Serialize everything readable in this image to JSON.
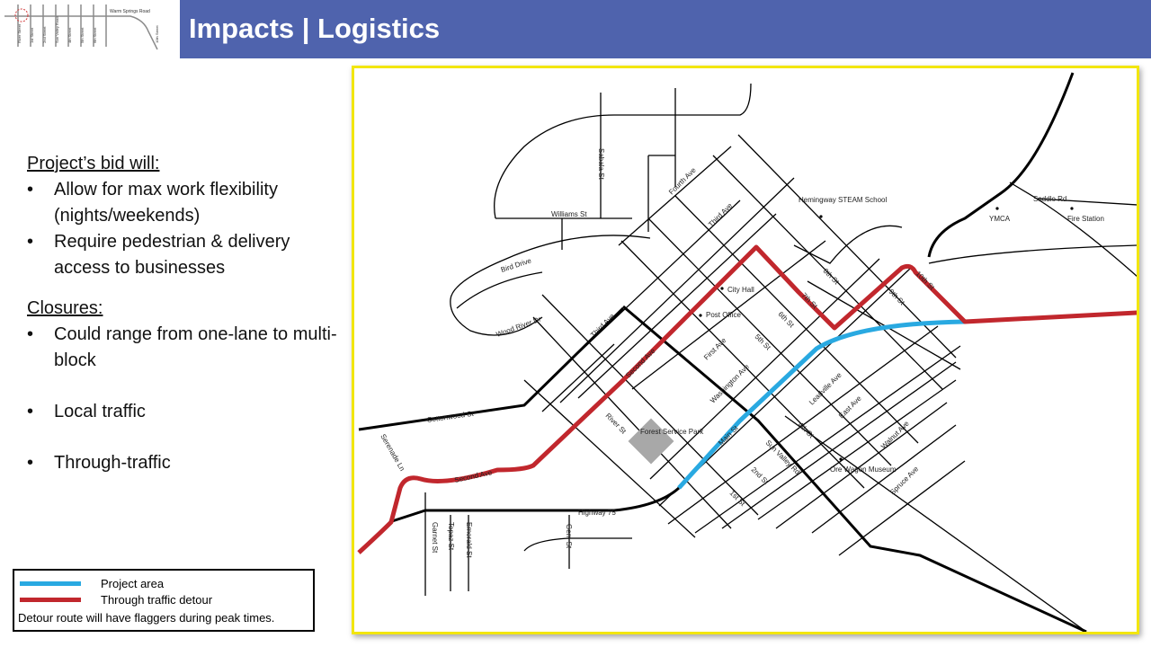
{
  "header": {
    "title": "Impacts | Logistics"
  },
  "thumbnail": {
    "road_label": "Warm Springs Road",
    "street_labels": [
      "River Street",
      "1st Street",
      "2nd Street",
      "Sun Valley Road",
      "4th Street",
      "5th Street",
      "6th Street",
      "10th Street"
    ]
  },
  "notes": {
    "bid_title": "Project’s bid will:",
    "bid_items": [
      "Allow for max work flexibility (nights/weekends)",
      "Require pedestrian & delivery access to businesses"
    ],
    "closures_title": "Closures:",
    "closure_items": [
      "Could range from one-lane to multi-block",
      "Local traffic",
      "Through-traffic"
    ]
  },
  "legend": {
    "items": [
      {
        "label": "Project area",
        "color": "#29a9e1"
      },
      {
        "label": "Through traffic detour",
        "color": "#c1272d"
      }
    ],
    "note": "Detour route will have flaggers during peak times."
  },
  "map": {
    "streets": [
      "Sabala St",
      "Williams St",
      "Bird Drive",
      "Wood River Dr",
      "Fourth Ave",
      "Third Ave",
      "Second Ave",
      "First Ave",
      "Washington Ave",
      "Main St",
      "River St",
      "Cottonwood St",
      "Serenade Ln",
      "Second Ave",
      "Highway 75",
      "Garnet St",
      "Topaz St",
      "Emerald St",
      "Gem St",
      "Leadville Ave",
      "East Ave",
      "Walnut Ave",
      "Spruce Ave",
      "Sun Valley Rd",
      "1st St",
      "2nd St",
      "4th St",
      "5th St",
      "6th St",
      "7th St",
      "8th St",
      "9th St",
      "10th St",
      "Saddle Rd",
      "Third Ave"
    ],
    "places": [
      "Hemingway STEAM School",
      "YMCA",
      "Fire Station",
      "City Hall",
      "Post Office",
      "Forest Service Park",
      "Ore Wagon Museum"
    ]
  }
}
